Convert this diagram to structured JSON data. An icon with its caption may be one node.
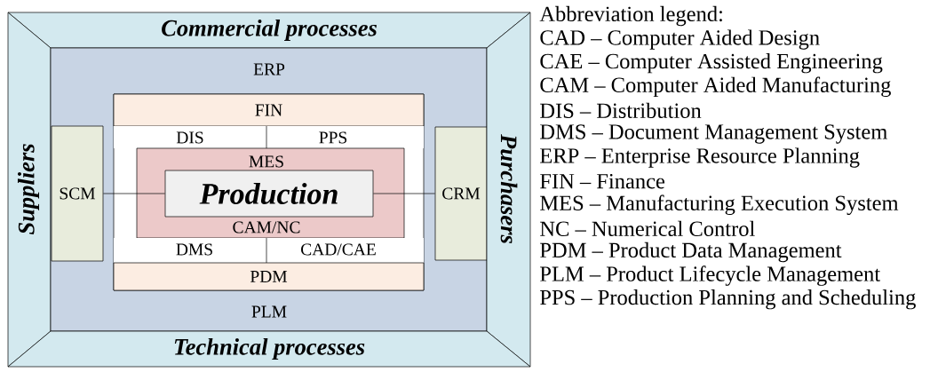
{
  "diagram": {
    "nodes": [
      {
        "text": [
          "Commercial processes"
        ]
      },
      {
        "text": [
          "Suppliers"
        ]
      },
      {
        "text": [
          "ERP",
          "PLM"
        ]
      },
      {
        "text": [
          "SCM"
        ],
        "in": 2
      },
      {
        "text": [],
        "shape": "box",
        "in": 2
      },
      {
        "text": [
          "FIN"
        ],
        "in": 4
      },
      {
        "text": [
          "DIS"
        ],
        "in": 4
      },
      {
        "text": [
          "PPS"
        ],
        "in": 4
      },
      {
        "text": [
          "MES",
          "CAM/NC"
        ],
        "in": 4
      },
      {
        "text": [
          "Production"
        ],
        "in": 8
      },
      {
        "text": [
          "DMS"
        ],
        "in": 4
      },
      {
        "text": [
          "CAD/CAE"
        ],
        "in": 4
      },
      {
        "text": [
          "PDM"
        ],
        "in": 4
      },
      {
        "text": [
          "CRM"
        ],
        "in": 2
      },
      {
        "text": [
          "Purchasers"
        ]
      },
      {
        "text": [
          "Technical processes"
        ]
      }
    ],
    "edges": [
      {
        "from": 3,
        "to": 9,
        "arrow": "none"
      },
      {
        "from": 9,
        "to": 13,
        "arrow": "none"
      }
    ],
    "labels": [
      "Abbreviation legend:",
      "CAD – Computer Aided Design",
      "CAE – Computer Assisted Engineering",
      "CAM – Computer Aided Manufacturing",
      "DIS – Distribution",
      "DMS – Document Management System",
      "ERP – Enterprise Resource Planning",
      "FIN – Finance",
      "MES – Manufacturing Execution System",
      "NC – Numerical Control",
      "PDM – Product Data Management",
      "PLM – Product Lifecycle Management",
      "PPS – Production Planning and Scheduling"
    ]
  }
}
